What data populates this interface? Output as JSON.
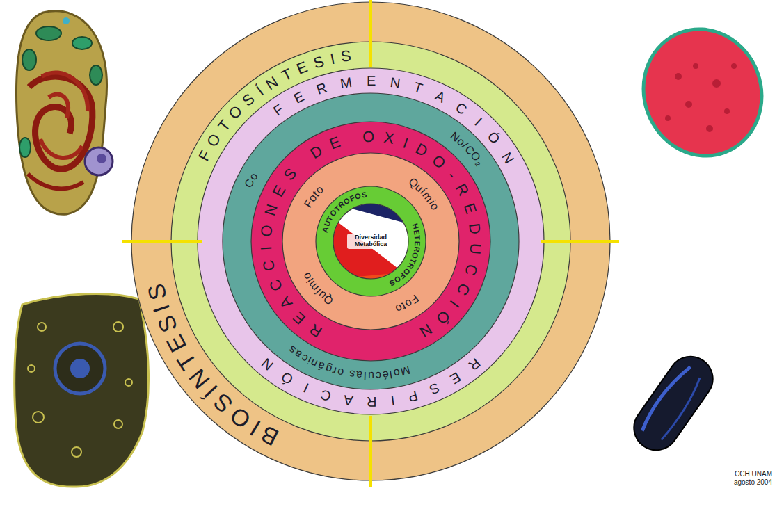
{
  "diagram": {
    "nodes": [
      {
        "text": [
          "BIOSÍNTESIS"
        ]
      },
      {
        "text": [
          "FOTOSÍNTESIS"
        ],
        "in": 0
      },
      {
        "text": [
          "FERMENTACIÓN",
          "RESPIRACIÓN"
        ],
        "in": 1
      },
      {
        "text": [
          "Co",
          "No/CO₂",
          "Moléculas orgánicas"
        ],
        "in": 2
      },
      {
        "text": [
          "REACCIONES DE OXIDO-REDUCCIÓN"
        ],
        "in": 3
      },
      {
        "text": [
          "Foto",
          "Químio",
          "Químio",
          "Foto"
        ],
        "in": 4
      },
      {
        "text": [
          "AUTOTROFOS",
          "HETEROTROFOS"
        ],
        "in": 5
      },
      {
        "text": [
          "Diversidad Metabólica"
        ],
        "in": 6
      }
    ],
    "labels": [
      "CCH UNAM",
      "agosto 2004"
    ]
  }
}
